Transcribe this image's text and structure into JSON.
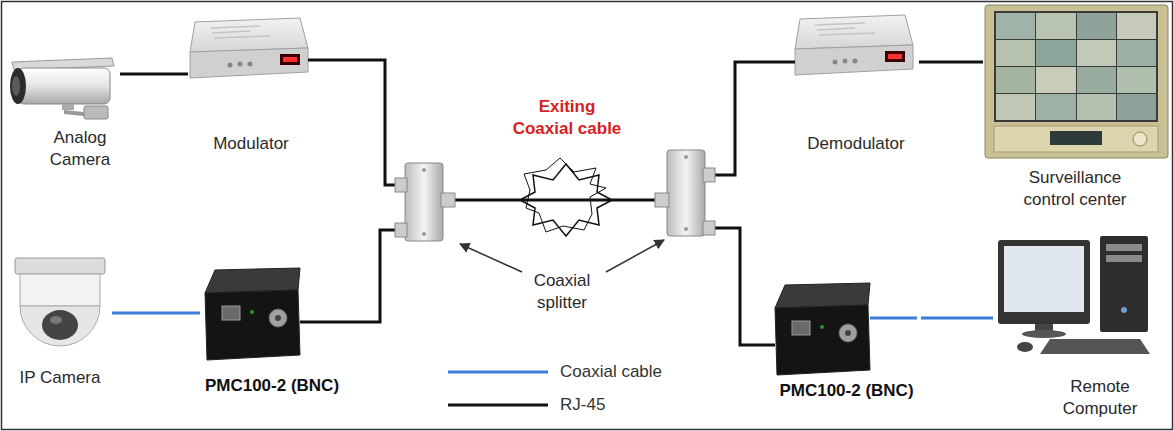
{
  "diagram": {
    "nodes": [
      {
        "text": [
          "Analog Camera"
        ]
      },
      {
        "text": [
          "Modulator"
        ]
      },
      {
        "text": [
          "Demodulator"
        ]
      },
      {
        "text": [
          "Surveillance control center"
        ]
      },
      {
        "text": [
          "IP Camera"
        ]
      },
      {
        "text": [
          "PMC100-2 (BNC)"
        ]
      },
      {
        "text": [
          "PMC100-2 (BNC)"
        ]
      },
      {
        "text": [
          "Remote Computer"
        ]
      }
    ],
    "edges": [
      {
        "from": 0,
        "to": 1,
        "arrow": "none"
      },
      {
        "from": 2,
        "to": 3,
        "arrow": "none"
      },
      {
        "from": 4,
        "to": 5,
        "arrow": "none"
      },
      {
        "from": 6,
        "to": 7,
        "arrow": "none"
      }
    ],
    "labels": [
      "Exiting Coaxial cable",
      "Coaxial splitter"
    ],
    "legend": [
      {
        "text": "Coaxial cable"
      },
      {
        "text": "RJ-45"
      }
    ]
  }
}
